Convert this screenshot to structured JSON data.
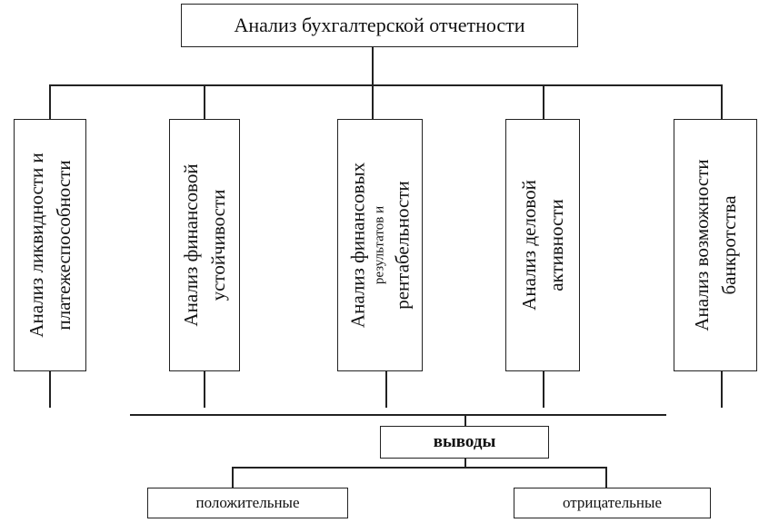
{
  "title": "Анализ бухгалтерской отчетности",
  "categories": [
    {
      "lines": [
        "Анализ ликвидности и",
        "платежеспособности"
      ]
    },
    {
      "lines": [
        "Анализ финансовой",
        "устойчивости"
      ]
    },
    {
      "lines": [
        "Анализ финансовых",
        "результатов и",
        "рентабельности"
      ]
    },
    {
      "lines": [
        "Анализ деловой",
        "активности"
      ]
    },
    {
      "lines": [
        "Анализ возможности",
        "банкротства"
      ]
    }
  ],
  "conclusions": "выводы",
  "results": {
    "positive": "положительные",
    "negative": "отрицательные"
  }
}
